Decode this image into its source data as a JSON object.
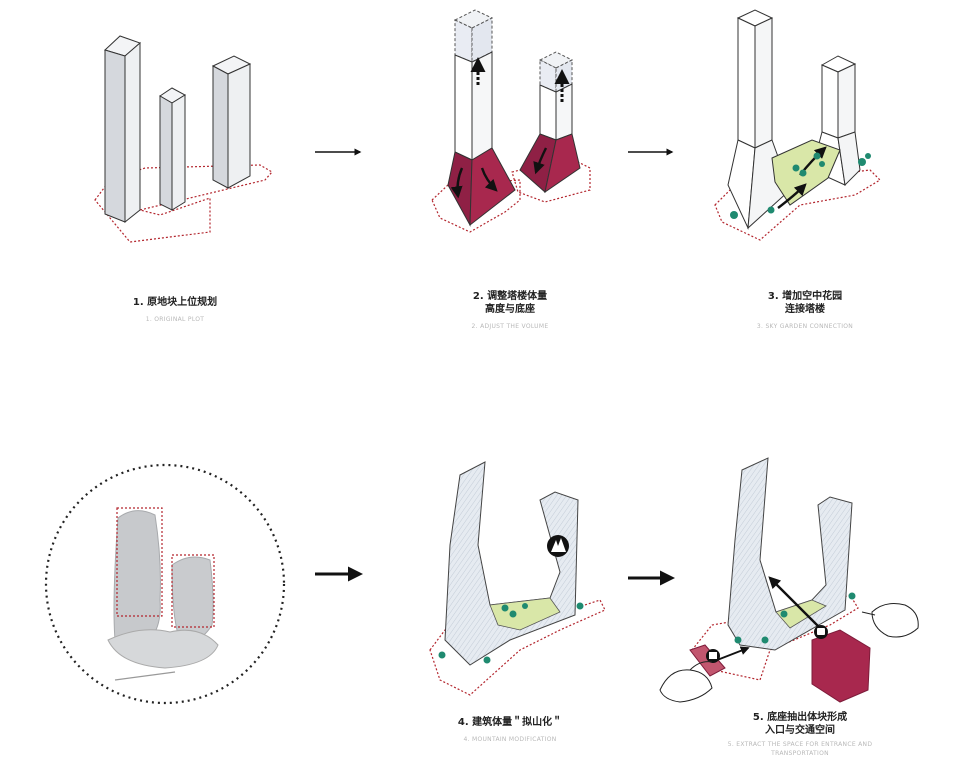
{
  "colors": {
    "plot_line": "#b3262e",
    "base_red": "#a8284e",
    "base_red_dark": "#7d1c3a",
    "tower_grey": "#cfd3d8",
    "tower_face": "#eef0f2",
    "garden_green": "#d9e7a8",
    "tree_green": "#1f8a70",
    "glass_blue": "#dfe6ee",
    "arrow": "#111111"
  },
  "icons": [
    "arrow-up-icon",
    "arrow-down-icon",
    "arrow-right-icon",
    "mountain-icon",
    "subway-icon",
    "bus-icon",
    "hand-icon",
    "tree-icon"
  ],
  "steps": [
    {
      "zh": "1. 原地块上位规划",
      "en": "1. ORIGINAL PLOT"
    },
    {
      "zh": "2. 调整塔楼体量",
      "zh2": "高度与底座",
      "en": "2. ADJUST THE VOLUME"
    },
    {
      "zh": "3. 增加空中花园",
      "zh2": "连接塔楼",
      "en": "3. SKY GARDEN CONNECTION"
    },
    {
      "zh": "4. 建筑体量＂拟山化＂",
      "en": "4. MOUNTAIN MODIFICATION"
    },
    {
      "zh": "5. 底座抽出体块形成",
      "zh2": "入口与交通空间",
      "en": "5. EXTRACT THE SPACE FOR ENTRANCE AND",
      "en2": "TRANSPORTATION"
    }
  ]
}
